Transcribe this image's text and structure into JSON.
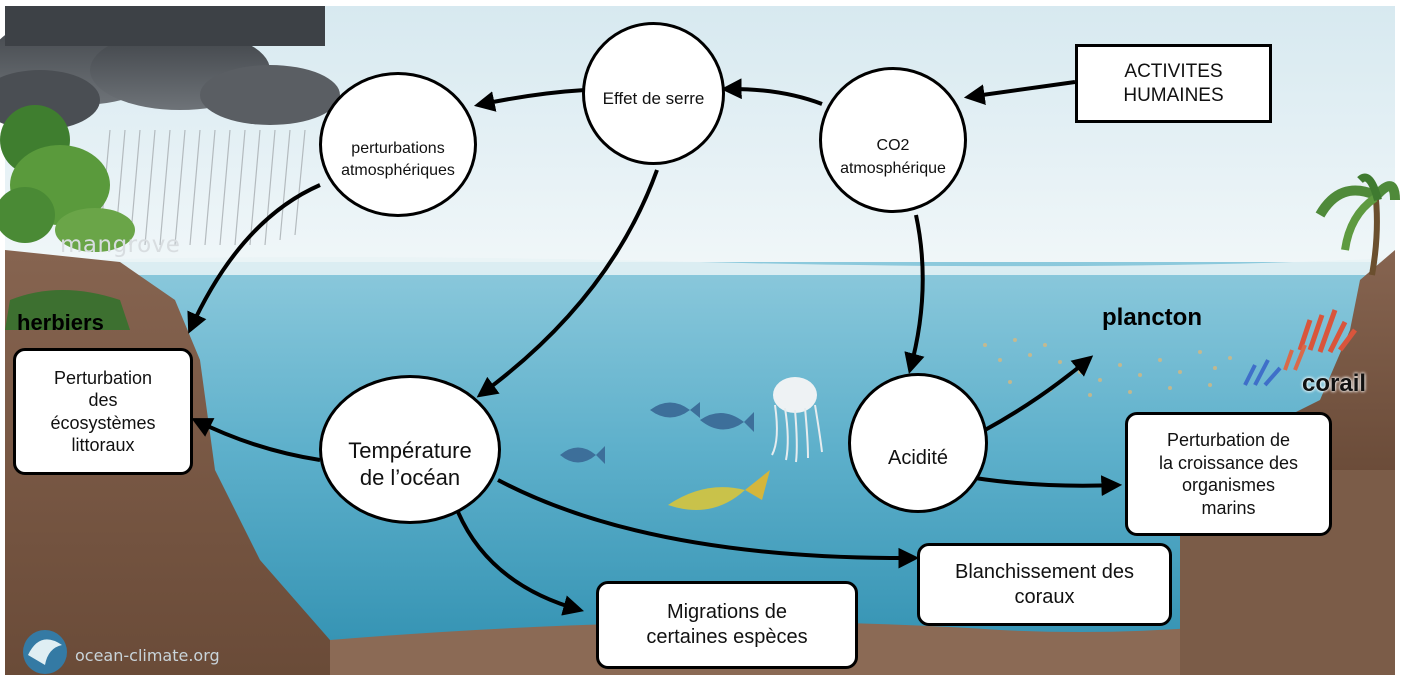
{
  "nodes": {
    "effet_de_serre": "Effet de serre",
    "perturbations_atmospheriques": "perturbations\natmosphériques",
    "co2_atmospherique": "CO2\natmosphérique",
    "temperature_ocean": "Température\nde l’océan",
    "acidite": "Acidité"
  },
  "boxes": {
    "activites_humaines": "ACTIVITES\nHUMAINES",
    "perturbation_ecosystemes": "Perturbation\ndes\nécosystèmes\nlittoraux",
    "migrations": "Migrations de\ncertaines espèces",
    "blanchissement": "Blanchissement des\ncoraux",
    "perturbation_croissance": "Perturbation de\nla croissance des\norganismes\nmarins"
  },
  "labels": {
    "herbiers": "herbiers",
    "plancton": "plancton",
    "corail": "corail",
    "mangrove": "mangrove",
    "credit": "ocean-climate.org"
  },
  "colors": {
    "sky_top": "#dfeef3",
    "sky_bottom": "#eef6f8",
    "sea_surface": "#6fb8cf",
    "sea_deep": "#3f98b6",
    "land": "#7a5a44",
    "land_dark": "#5f4433",
    "cloud": "#5c6066",
    "vegetation": "#4f8a3a",
    "fish": "#3d6f9a",
    "yellow_fish": "#c9c24a",
    "coral": "#d9553c"
  },
  "icons": [
    "up-right-arrow-icon",
    "cloud-icon",
    "rain-icon",
    "tree-icon",
    "fish-icon",
    "jellyfish-icon",
    "coral-icon",
    "logo-icon"
  ]
}
